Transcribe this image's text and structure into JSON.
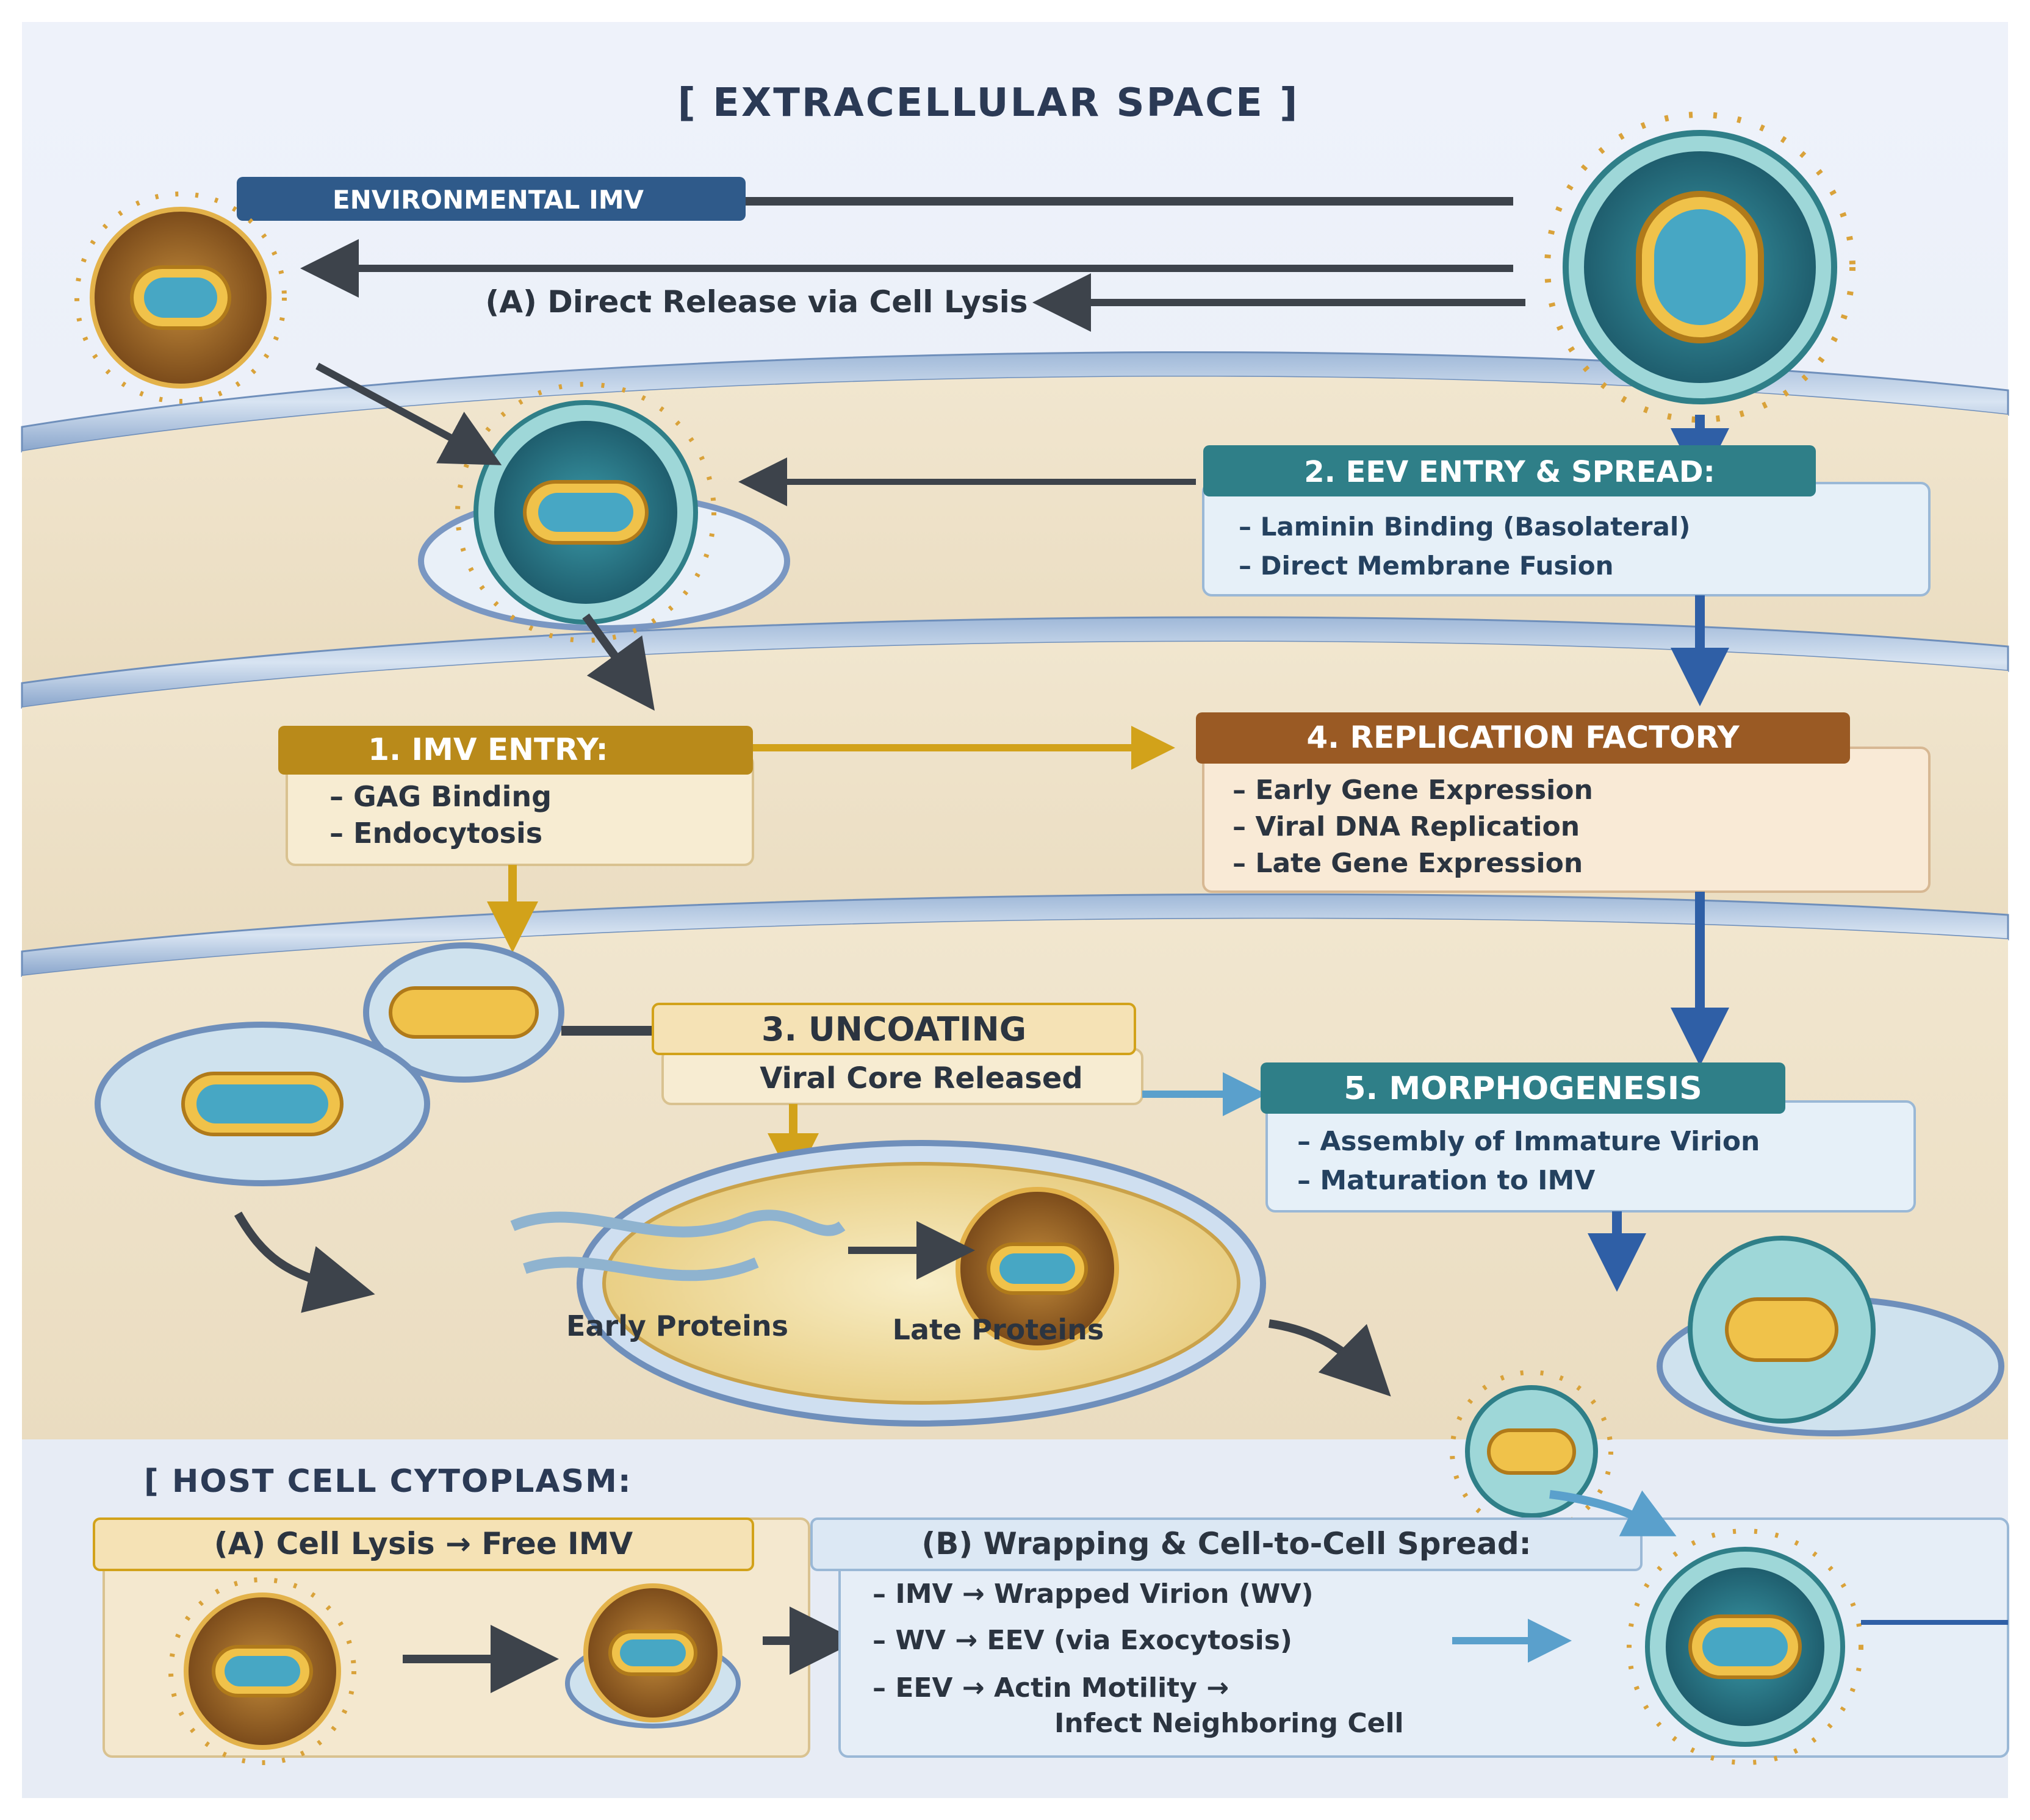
{
  "header": {
    "extracellular": "[ EXTRACELLULAR SPACE ]",
    "cytoplasm": "[ HOST CELL CYTOPLASM:"
  },
  "env_imv": {
    "label": "ENVIRONMENTAL IMV"
  },
  "release": {
    "label": "(A) Direct Release via Cell Lysis"
  },
  "eev": {
    "title": "2. EEV ENTRY & SPREAD:",
    "items": [
      "– Laminin Binding (Basolateral)",
      "– Direct Membrane Fusion"
    ]
  },
  "imv_entry": {
    "title": "1. IMV ENTRY:",
    "items": [
      "– GAG Binding",
      "– Endocytosis"
    ]
  },
  "factory": {
    "title": "4. REPLICATION FACTORY",
    "items": [
      "– Early Gene Expression",
      "– Viral DNA Replication",
      "– Late Gene Expression"
    ]
  },
  "uncoating": {
    "title": "3. UNCOATING",
    "subtitle": "Viral Core Released"
  },
  "morpho": {
    "title": "5. MORPHOGENESIS",
    "items": [
      "– Assembly of Immature Virion",
      "– Maturation to IMV"
    ]
  },
  "nucleus": {
    "early": "Early Proteins",
    "late": "Late Proteins"
  },
  "lysis": {
    "title": "(A) Cell Lysis → Free IMV"
  },
  "wrapping": {
    "title": "(B) Wrapping & Cell-to-Cell Spread:",
    "items": [
      "– IMV → Wrapped Virion (WV)",
      "– WV → EEV (via Exocytosis)",
      "– EEV → Actin Motility →",
      "Infect Neighboring Cell"
    ]
  },
  "colors": {
    "blue_header": "#2f5a8a",
    "teal_header": "#2f7f88",
    "gold_header": "#b98a1a",
    "brown_header": "#9a5a24",
    "dark_arrow": "#3d434b",
    "blue_arrow": "#2f5fa6",
    "gold_arrow": "#d2a21a"
  }
}
